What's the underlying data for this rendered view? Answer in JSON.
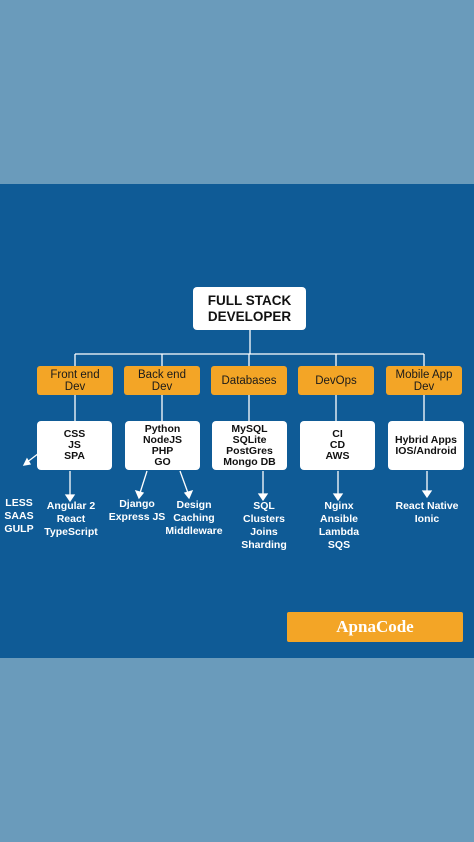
{
  "root": "FULL STACK\nDEVELOPER",
  "categories": [
    {
      "label": "Front end\nDev",
      "tech": "CSS\nJS\nSPA",
      "leaves": [
        "LESS\nSAAS\nGULP",
        "Angular 2\nReact\nTypeScript"
      ]
    },
    {
      "label": "Back end\nDev",
      "tech": "Python\nNodeJS\nPHP\nGO",
      "leaves": [
        "Django\nExpress JS",
        "Design\nCaching\nMiddleware"
      ]
    },
    {
      "label": "Databases",
      "tech": "MySQL\nSQLite\nPostGres\nMongo DB",
      "leaves": [
        "SQL\nClusters\nJoins\nSharding"
      ]
    },
    {
      "label": "DevOps",
      "tech": "CI\nCD\nAWS",
      "leaves": [
        "Nginx\nAnsible\nLambda\nSQS"
      ]
    },
    {
      "label": "Mobile App\nDev",
      "tech": "Hybrid Apps\nIOS/Android",
      "leaves": [
        "React Native\nIonic"
      ]
    }
  ],
  "brand": {
    "text": "ApnaCode"
  },
  "colors": {
    "outer_background": "#6a9bbb",
    "panel_background": "#0f5b96",
    "category_fill": "#f3a526",
    "node_fill": "#ffffff",
    "connector": "#ffffff"
  }
}
